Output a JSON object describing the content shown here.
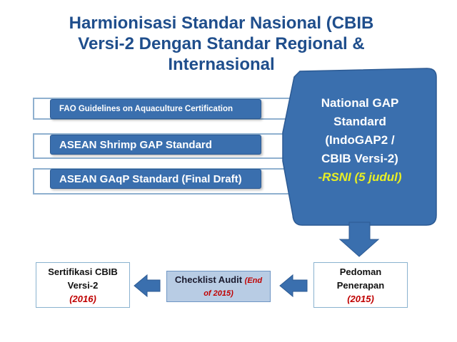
{
  "title": {
    "line1": "Harmionisasi Standar Nasional (CBIB",
    "line2": "Versi-2 Dengan Standar Regional &",
    "line3": "Internasional"
  },
  "standards": [
    {
      "label": "FAO Guidelines  on Aquaculture Certification"
    },
    {
      "label": "ASEAN Shrimp GAP Standard"
    },
    {
      "label": "ASEAN GAqP Standard (Final Draft)"
    }
  ],
  "national": {
    "line1": "National GAP",
    "line2": "Standard",
    "line3": "(IndoGAP2 /",
    "line4": "CBIB Versi-2)",
    "rsni_dash": "-",
    "rsni": "RSNI (5 judul)"
  },
  "pedoman": {
    "line1": "Pedoman",
    "line2": "Penerapan",
    "year": "(2015)"
  },
  "checklist": {
    "label": "Checklist Audit",
    "note_part1": "(End",
    "note_part2": "of 2015)"
  },
  "sertifikasi": {
    "line1": "Sertifikasi CBIB",
    "line2": "Versi-2",
    "year": "(2016)"
  },
  "colors": {
    "title": "#1f4e8c",
    "box_blue": "#3a6fae",
    "national_fill": "#3a6fae",
    "rsni_yellow": "#e9ef23",
    "checklist_fill": "#b8cce4",
    "year_red": "#c00000",
    "arrow": "#3a6fae"
  }
}
